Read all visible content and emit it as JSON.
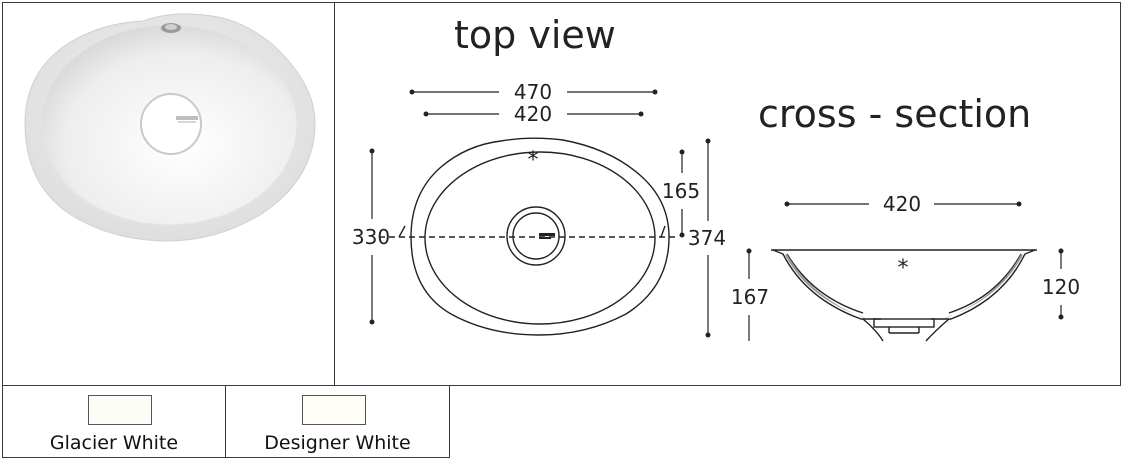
{
  "views": {
    "top_view_title": "top view",
    "cross_section_title": "cross - section"
  },
  "dimensions": {
    "overall_width": "470",
    "bowl_width": "420",
    "left_height": "330",
    "right_height": "374",
    "half_depth": "165",
    "top_marker": "*",
    "section_width": "420",
    "section_marker": "*",
    "section_height": "167",
    "bowl_depth": "120"
  },
  "swatches": [
    {
      "label": "Glacier White",
      "color": "#fdfdf8"
    },
    {
      "label": "Designer White",
      "color": "#fffdf6"
    }
  ]
}
